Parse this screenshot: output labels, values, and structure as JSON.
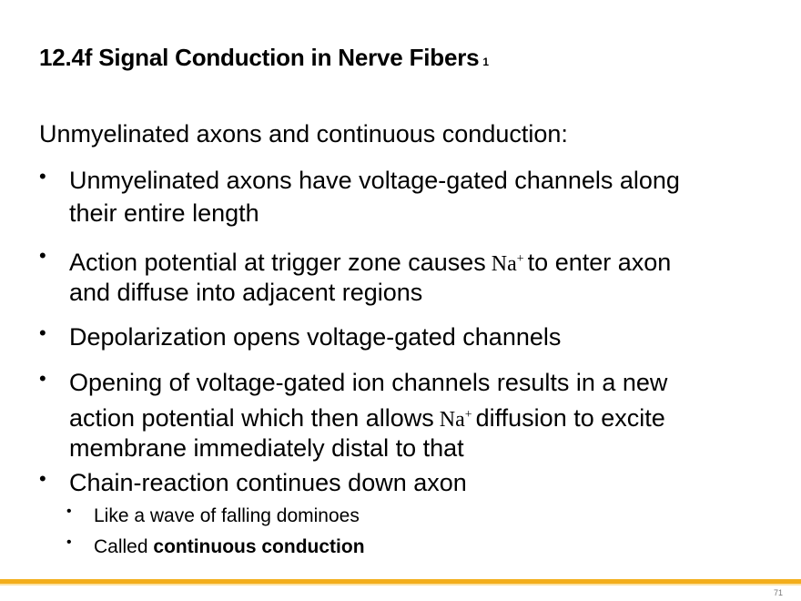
{
  "slide": {
    "title": "12.4f Signal Conduction in Nerve Fibers",
    "title_suffix": "1",
    "intro": "Unmyelinated axons and continuous conduction:",
    "bullets": [
      {
        "line1": "Unmyelinated axons have voltage-gated channels along",
        "line2": "their entire length"
      },
      {
        "line1_pre": "Action potential at trigger zone causes",
        "line1_post": "to enter axon",
        "line2": "and diffuse into adjacent regions"
      },
      {
        "line1": "Depolarization opens voltage-gated channels"
      },
      {
        "line1": "Opening of voltage-gated ion channels results in a new",
        "line2_pre": "action potential which then allows",
        "line2_post": "diffusion to excite",
        "line3": "membrane immediately distal to that"
      },
      {
        "line1": "Chain-reaction continues down axon"
      }
    ],
    "sub_bullets": [
      {
        "text": "Like a wave of falling dominoes"
      },
      {
        "pre": "Called",
        "bold": "continuous conduction"
      }
    ],
    "ion": {
      "symbol": "Na",
      "charge": "+"
    },
    "bullet_glyph": "•",
    "page_number": "71",
    "accent_color": "#f3ae1b"
  }
}
